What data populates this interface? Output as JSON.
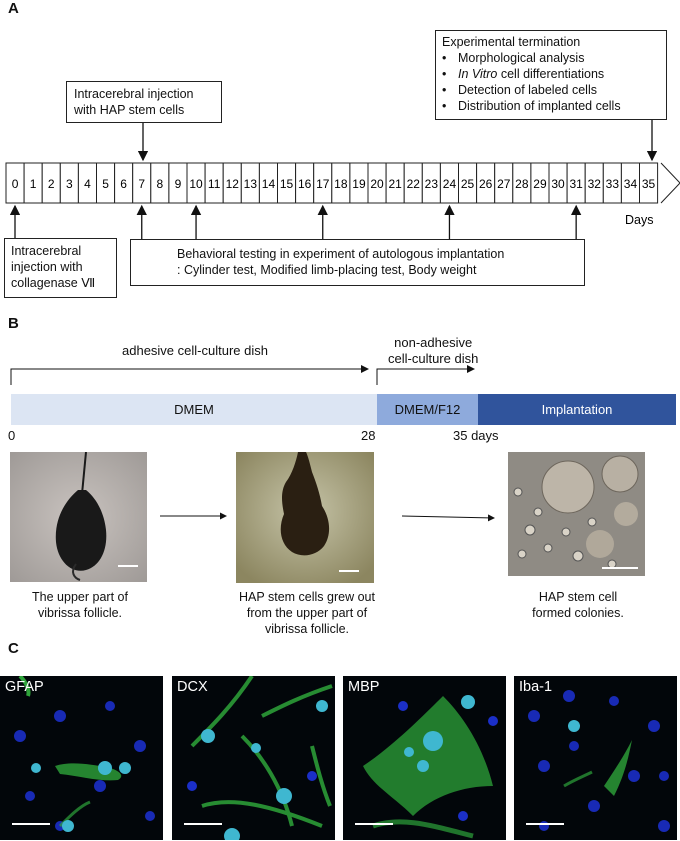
{
  "panel_a": {
    "label": "A",
    "days": [
      "0",
      "1",
      "2",
      "3",
      "4",
      "5",
      "6",
      "7",
      "8",
      "9",
      "10",
      "11",
      "12",
      "13",
      "14",
      "15",
      "16",
      "17",
      "18",
      "19",
      "20",
      "21",
      "22",
      "23",
      "24",
      "25",
      "26",
      "27",
      "28",
      "29",
      "30",
      "31",
      "32",
      "33",
      "34",
      "35"
    ],
    "days_label": "Days",
    "termination_title": "Experimental termination",
    "termination_items": [
      {
        "prefix": "",
        "italic": "",
        "text": "Morphological analysis"
      },
      {
        "prefix": "",
        "italic": "In Vitro",
        "text": " cell differentiations"
      },
      {
        "prefix": "",
        "italic": "",
        "text": "Detection of labeled cells"
      },
      {
        "prefix": "",
        "italic": "",
        "text": "Distribution of implanted cells"
      }
    ],
    "bullet": "•",
    "hap_injection": [
      "Intracerebral injection",
      "with HAP stem cells"
    ],
    "collagenase": [
      "Intracerebral",
      "injection with",
      "collagenase Ⅶ"
    ],
    "behavioral": [
      "Behavioral testing in experiment of autologous implantation",
      ": Cylinder test, Modified limb-placing test, Body weight"
    ],
    "arrow_days_top": [
      "7",
      "35"
    ],
    "arrow_days_bottom": [
      "0",
      "7",
      "10",
      "17",
      "24",
      "31"
    ]
  },
  "panel_b": {
    "label": "B",
    "adhesive": "adhesive cell-culture dish",
    "non_adhesive": [
      "non-adhesive",
      "cell-culture dish"
    ],
    "bars": [
      {
        "label": "DMEM",
        "color": "#dce5f3"
      },
      {
        "label": "DMEM/F12",
        "color": "#8eaadc"
      },
      {
        "label": "Implantation",
        "color": "#30549c"
      }
    ],
    "ticks": {
      "start": "0",
      "mid": "28",
      "end": "35 days"
    },
    "captions": [
      [
        "The upper part of",
        "vibrissa follicle."
      ],
      [
        "HAP stem cells grew out",
        "from the upper part of",
        "vibrissa follicle."
      ],
      [
        "HAP stem cell",
        "formed colonies."
      ]
    ]
  },
  "panel_c": {
    "label": "C",
    "stains": [
      "GFAP",
      "DCX",
      "MBP",
      "Iba-1"
    ]
  },
  "colors": {
    "dmem": "#dce5f3",
    "dmem_f12": "#8eaadc",
    "implantation": "#30549c",
    "nuclei": "#1b2fc8",
    "cells": "#2ea43a"
  }
}
